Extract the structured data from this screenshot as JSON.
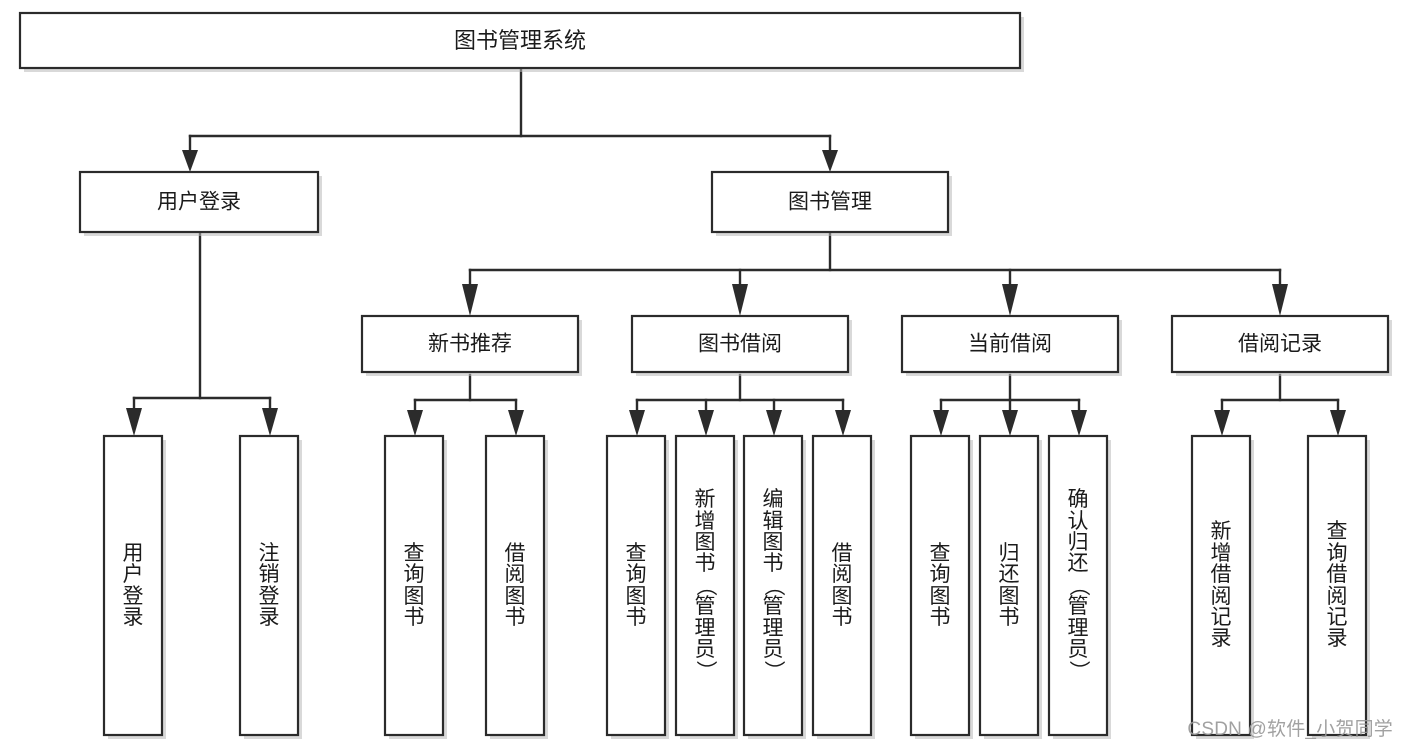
{
  "diagram": {
    "kind": "tree-hierarchy-chart",
    "title": "图书管理系统",
    "levels": {
      "root": {
        "label": "图书管理系统"
      },
      "level2": [
        {
          "id": "user-login",
          "label": "用户登录"
        },
        {
          "id": "book-manage",
          "label": "图书管理"
        }
      ],
      "level3": [
        {
          "id": "new-book-recommend",
          "label": "新书推荐",
          "parent": "book-manage"
        },
        {
          "id": "book-borrow",
          "label": "图书借阅",
          "parent": "book-manage"
        },
        {
          "id": "current-borrow",
          "label": "当前借阅",
          "parent": "book-manage"
        },
        {
          "id": "borrow-record",
          "label": "借阅记录",
          "parent": "book-manage"
        }
      ],
      "leaves": [
        {
          "id": "leaf-user-login",
          "parent": "user-login",
          "label": "用户登录"
        },
        {
          "id": "leaf-user-logout",
          "parent": "user-login",
          "label": "注销登录"
        },
        {
          "id": "leaf-query-book-1",
          "parent": "new-book-recommend",
          "label": "查询图书"
        },
        {
          "id": "leaf-borrow-book-1",
          "parent": "new-book-recommend",
          "label": "借阅图书"
        },
        {
          "id": "leaf-query-book-2",
          "parent": "book-borrow",
          "label": "查询图书"
        },
        {
          "id": "leaf-add-book",
          "parent": "book-borrow",
          "label": "新增图书（管理员）"
        },
        {
          "id": "leaf-edit-book",
          "parent": "book-borrow",
          "label": "编辑图书（管理员）"
        },
        {
          "id": "leaf-borrow-book-2",
          "parent": "book-borrow",
          "label": "借阅图书"
        },
        {
          "id": "leaf-query-book-3",
          "parent": "current-borrow",
          "label": "查询图书"
        },
        {
          "id": "leaf-return-book",
          "parent": "current-borrow",
          "label": "归还图书"
        },
        {
          "id": "leaf-confirm-return",
          "parent": "current-borrow",
          "label": "确认归还（管理员）"
        },
        {
          "id": "leaf-add-record",
          "parent": "borrow-record",
          "label": "新增借阅记录"
        },
        {
          "id": "leaf-query-record",
          "parent": "borrow-record",
          "label": "查询借阅记录"
        }
      ]
    },
    "colors": {
      "box_fill": "#ffffff",
      "box_stroke": "#2b2b2b",
      "text": "#1b1b1b",
      "watermark": "#9a9a9a",
      "background": "#ffffff"
    }
  },
  "watermark": {
    "text": "CSDN @软件_小贺同学"
  }
}
